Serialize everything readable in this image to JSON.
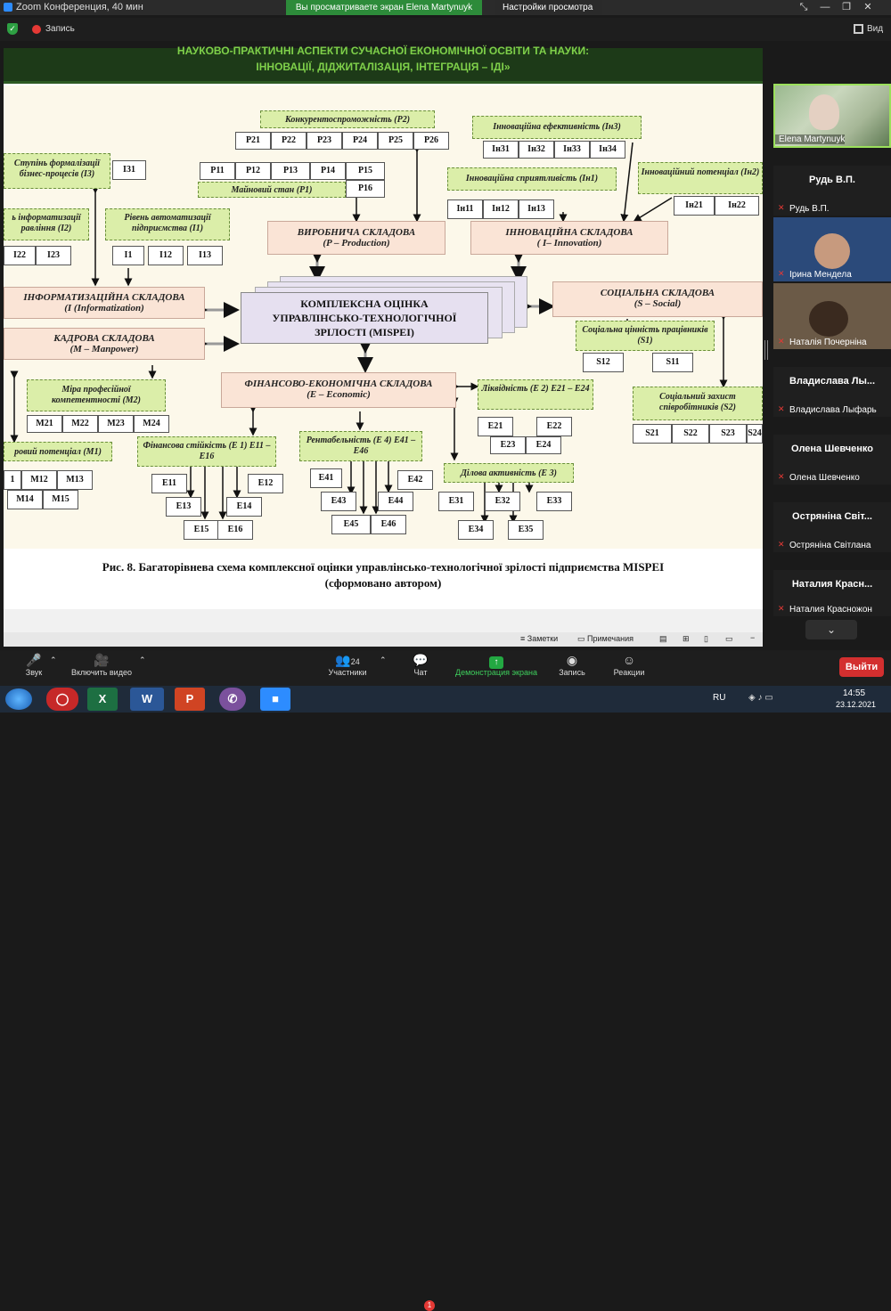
{
  "window": {
    "title": "Zoom Конференция, 40 мин",
    "share_banner": "Вы просматриваете экран Elena Martynuyk",
    "view_options": "Настройки просмотра"
  },
  "topbar": {
    "record_label": "Запись",
    "view_label": "Вид"
  },
  "slide": {
    "header_line1": "НАУКОВО-ПРАКТИЧНІ АСПЕКТИ СУЧАСНОЇ ЕКОНОМІЧНОЇ ОСВІТИ ТА НАУКИ:",
    "header_line2": "ІННОВАЦІЇ, ДІДЖИТАЛІЗАЦІЯ, ІНТЕГРАЦІЯ – ІДІ»",
    "center": {
      "line1": "КОМПЛЕКСНА ОЦІНКА",
      "line2": "УПРАВЛІНСЬКО-ТЕХНОЛОГІЧНОЇ",
      "line3": "ЗРІЛОСТІ (MISPEI)"
    },
    "production": {
      "title": "ВИРОБНИЧА СКЛАДОВА",
      "subtitle": "(P – Production)"
    },
    "innovation": {
      "title": "ІННОВАЦІЙНА СКЛАДОВА",
      "subtitle": "( I– Innovation)"
    },
    "informatization": {
      "title": "ІНФОРМАТИЗАЦІЙНА СКЛАДОВА",
      "subtitle": "(I (Informatization)"
    },
    "manpower": {
      "title": "КАДРОВА СКЛАДОВА",
      "subtitle": "(M – Manpower)"
    },
    "social": {
      "title": "СОЦІАЛЬНА СКЛАДОВА",
      "subtitle": "(S – Social)"
    },
    "economic": {
      "title": "ФІНАНСОВО-ЕКОНОМІЧНА СКЛАДОВА",
      "subtitle": "(E – Economic)"
    },
    "p2": "Конкурентоспроможність (P2)",
    "p1": "Майновий стан (P1)",
    "in3": "Інноваційна ефективність (Ін3)",
    "in1": "Інноваційна сприятливість (Ін1)",
    "in2": "Інноваційний потенціал (Ін2)",
    "i3": "Ступінь формалізації бізнес-процесів (I3)",
    "i2": "ь інформатизації равління (I2)",
    "i1": "Рівень автоматизації підприємства (I1)",
    "m2": "Міра професійної компетентності (M2)",
    "m1": "ровий потенціал (M1)",
    "e1": "Фінансова стійкість (E 1) E11 – E16",
    "e4": "Рентабельність  (E 4) E41 – E46",
    "e2": "Ліквідність (E 2) E21 – E24",
    "e3": "Ділова активність (E 3)",
    "s1": "Соціальна цінність працівників (S1)",
    "s2": "Соціальний захист співробітників (S2)",
    "p_cells": [
      "P21",
      "P22",
      "P23",
      "P24",
      "P25",
      "P26"
    ],
    "p1_cells": [
      "P11",
      "P12",
      "P13",
      "P14",
      "P15"
    ],
    "p16": "P16",
    "in3_cells": [
      "Ін31",
      "Ін32",
      "Ін33",
      "Ін34"
    ],
    "in1_cells": [
      "Ін11",
      "Ін12",
      "Ін13"
    ],
    "in2_cells": [
      "Ін21",
      "Ін22"
    ],
    "i31": "I31",
    "i2_cells": [
      "I22",
      "I23"
    ],
    "i1_cells": [
      "I1",
      "I12",
      "I13"
    ],
    "m2_cells": [
      "M21",
      "M22",
      "M23",
      "M24"
    ],
    "m1_cells": [
      "1",
      "M12",
      "M13",
      "M14",
      "M15"
    ],
    "e1_cells": [
      "E11",
      "E12",
      "E13",
      "E14",
      "E15",
      "E16"
    ],
    "e4_cells": [
      "E41",
      "E42",
      "E43",
      "E44",
      "E45",
      "E46"
    ],
    "e2_cells": [
      "E21",
      "E22",
      "E23",
      "E24"
    ],
    "e3_cells": [
      "E31",
      "E32",
      "E33",
      "E34",
      "E35"
    ],
    "s1_cells": [
      "S12",
      "S11"
    ],
    "s2_cells": [
      "S21",
      "S22",
      "S23",
      "S24"
    ],
    "caption1": "Рис. 8. Багаторівнева схема комплексної оцінки управлінсько-технологічної зрілості підприємства MISPEI",
    "caption2": "(сформовано автором)"
  },
  "slide_footer": {
    "notes": "Заметки",
    "comments": "Примечания"
  },
  "participants": [
    {
      "name": "Elena Martynuyk",
      "type": "video"
    },
    {
      "name": "Рудь В.П.",
      "label": "Рудь В.П.",
      "type": "name"
    },
    {
      "name": "Ірина Мендела",
      "type": "video"
    },
    {
      "name": "Наталія Почерніна",
      "type": "video"
    },
    {
      "name": "Владислава Лыфарь",
      "label": "Владислава Лы...",
      "type": "name"
    },
    {
      "name": "Олена Шевченко",
      "label": "Олена Шевченко",
      "type": "name"
    },
    {
      "name": "Остряніна Світлана",
      "label": "Остряніна Світ...",
      "type": "name"
    },
    {
      "name": "Наталия Красножон",
      "label": "Наталия  Красн...",
      "type": "name"
    }
  ],
  "toolbar": {
    "sound": "Звук",
    "video": "Включить видео",
    "participants": "Участники",
    "participants_count": "24",
    "chat": "Чат",
    "chat_badge": "1",
    "share": "Демонстрация экрана",
    "record": "Запись",
    "reactions": "Реакции",
    "leave": "Выйти"
  },
  "taskbar": {
    "lang": "RU",
    "time": "14:55",
    "date": "23.12.2021"
  }
}
